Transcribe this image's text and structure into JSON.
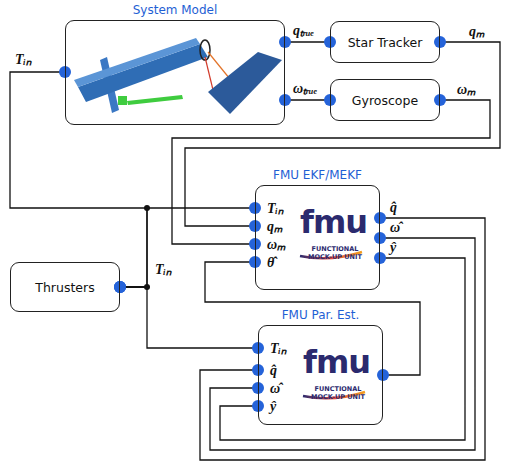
{
  "diagram": {
    "nodes": [
      {
        "text": [
          "System Model"
        ]
      },
      {
        "text": [
          "Star Tracker"
        ]
      },
      {
        "text": [
          "Gyroscope"
        ]
      },
      {
        "text": [
          "FMU EKF/MEKF",
          "Tᵢₙ",
          "qₘ",
          "ωₘ",
          "θ̂",
          "fmu",
          "FUNCTIONAL MOCK-UP UNIT"
        ]
      },
      {
        "text": [
          "Thrusters"
        ]
      },
      {
        "text": [
          "FMU Par. Est.",
          "Tᵢₙ",
          "q̂",
          "ω̂",
          "ŷ",
          "fmu",
          "FUNCTIONAL MOCK-UP UNIT"
        ]
      }
    ],
    "edges": [
      {
        "from": 4,
        "to": 0,
        "label": "Tᵢₙ",
        "arrow": "none"
      },
      {
        "from": 4,
        "to": 3,
        "arrow": "none"
      },
      {
        "from": 4,
        "to": 5,
        "label": "Tᵢₙ",
        "arrow": "none"
      },
      {
        "from": 0,
        "to": 1,
        "label": "qₜᵣᵤₑ",
        "arrow": "none"
      },
      {
        "from": 0,
        "to": 2,
        "label": "ωₜᵣᵤₑ",
        "arrow": "none"
      },
      {
        "from": 1,
        "to": 3,
        "label": "qₘ",
        "arrow": "none"
      },
      {
        "from": 2,
        "to": 3,
        "label": "ωₘ",
        "arrow": "none"
      },
      {
        "from": 5,
        "to": 3,
        "arrow": "none"
      },
      {
        "from": 3,
        "to": 5,
        "label": "q̂",
        "arrow": "none"
      },
      {
        "from": 3,
        "to": 5,
        "label": "ω̂",
        "arrow": "none"
      },
      {
        "from": 3,
        "to": 5,
        "label": "ŷ",
        "arrow": "none"
      }
    ]
  }
}
